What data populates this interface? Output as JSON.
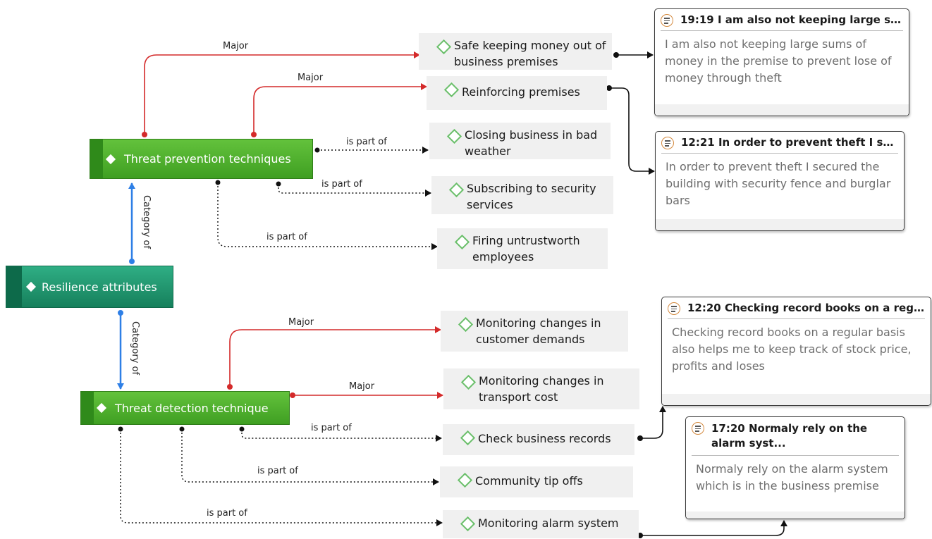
{
  "nodes": {
    "resilience": "Resilience attributes",
    "prevention": "Threat prevention techniques",
    "detection": "Threat detection technique",
    "safe_keeping": "Safe keeping money out of business premises",
    "reinforcing": "Reinforcing premises",
    "closing": "Closing business in bad weather",
    "subscribing": "Subscribing to security services",
    "firing": "Firing untrustworth employees",
    "monitoring_demands": "Monitoring changes in customer demands",
    "monitoring_transport": "Monitoring changes in transport cost",
    "check_records": "Check business records",
    "tip_offs": "Community tip offs",
    "alarm": "Monitoring alarm system"
  },
  "memos": {
    "m1": {
      "title": "19:19 I am also not keeping large su...",
      "body": "I am also not keeping large sums of money in the premise to prevent lose of money through theft"
    },
    "m2": {
      "title": "12:21 In order to prevent theft I se...",
      "body": "In order to prevent theft I secured the building with security fence and burglar bars"
    },
    "m3": {
      "title": "12:20 Checking record books on a reg...",
      "body": "Checking record books on a regular basis also helps me to keep track of stock price, profits and loses"
    },
    "m4": {
      "title": "17:20 Normaly rely on the alarm syst...",
      "body": "Normaly rely on the alarm system which is in the business premise"
    }
  },
  "edge_labels": {
    "major": "Major",
    "is_part_of": "is part of",
    "category_of": "Category of"
  },
  "colors": {
    "major": "#d42a2a",
    "category": "#2e7fe6",
    "part": "#111111",
    "code_node_green": "#4caf2a",
    "root_node_teal": "#1f8f68"
  }
}
